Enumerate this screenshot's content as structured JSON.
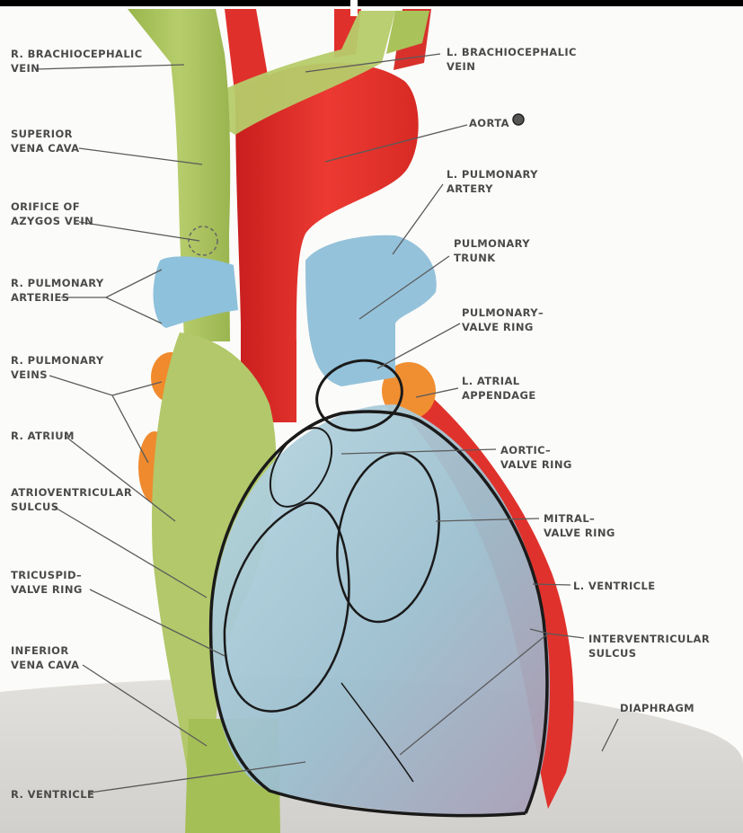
{
  "labels": {
    "r_brachiocephalic_vein": [
      "R. BRACHIOCEPHALIC",
      "VEIN"
    ],
    "superior_vena_cava": [
      "SUPERIOR",
      "VENA CAVA"
    ],
    "orifice_azygos_vein": [
      "ORIFICE OF",
      "AZYGOS VEIN"
    ],
    "r_pulmonary_arteries": [
      "R. PULMONARY",
      "ARTERIES"
    ],
    "r_pulmonary_veins": [
      "R. PULMONARY",
      "VEINS"
    ],
    "r_atrium": [
      "R. ATRIUM"
    ],
    "atrioventricular_sulcus": [
      "ATRIOVENTRICULAR",
      "SULCUS"
    ],
    "tricuspid_valve_ring": [
      "TRICUSPID–",
      "VALVE RING"
    ],
    "inferior_vena_cava": [
      "INFERIOR",
      "VENA CAVA"
    ],
    "r_ventricle": [
      "R. VENTRICLE"
    ],
    "l_brachiocephalic_vein": [
      "L. BRACHIOCEPHALIC",
      "VEIN"
    ],
    "aorta": [
      "AORTA"
    ],
    "l_pulmonary_artery": [
      "L. PULMONARY",
      "ARTERY"
    ],
    "pulmonary_trunk": [
      "PULMONARY",
      "TRUNK"
    ],
    "pulmonary_valve_ring": [
      "PULMONARY–",
      "VALVE RING"
    ],
    "l_atrial_appendage": [
      "L. ATRIAL",
      "APPENDAGE"
    ],
    "aortic_valve_ring": [
      "AORTIC–",
      "VALVE RING"
    ],
    "mitral_valve_ring": [
      "MITRAL–",
      "VALVE RING"
    ],
    "l_ventricle": [
      "L. VENTRICLE"
    ],
    "interventricular_sulcus": [
      "INTERVENTRICULAR",
      "SULCUS"
    ],
    "diaphragm": [
      "DIAPHRAGM"
    ]
  },
  "colors": {
    "vein_green": "#a9c25a",
    "artery_red": "#e8322c",
    "pulmonary_blue": "#8ebfd8",
    "vein_orange": "#f08a2c",
    "ventricle_blue": "#9cc4d4",
    "diaphragm_gray": "#dcdad6",
    "outline_black": "#1a1a1a",
    "leader_gray": "#5a5a5a"
  }
}
